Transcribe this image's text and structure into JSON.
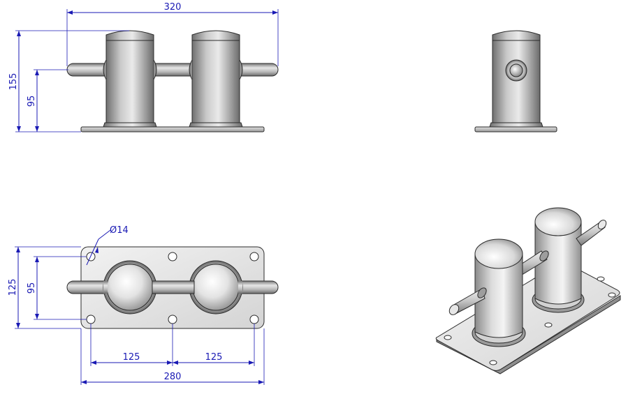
{
  "drawing": {
    "front_view": {
      "overall_width": "320",
      "overall_height": "155",
      "pin_height": "95"
    },
    "top_view": {
      "hole_diameter": "Ø14",
      "plate_depth": "125",
      "hole_spacing_vertical": "95",
      "hole_spacing_left": "125",
      "hole_spacing_right": "125",
      "plate_width": "280"
    }
  },
  "colors": {
    "dimension": "#1a1ab4",
    "outline": "#2b2b2b",
    "metal_light": "#eeeeee",
    "metal_dark": "#7a7a7a"
  }
}
